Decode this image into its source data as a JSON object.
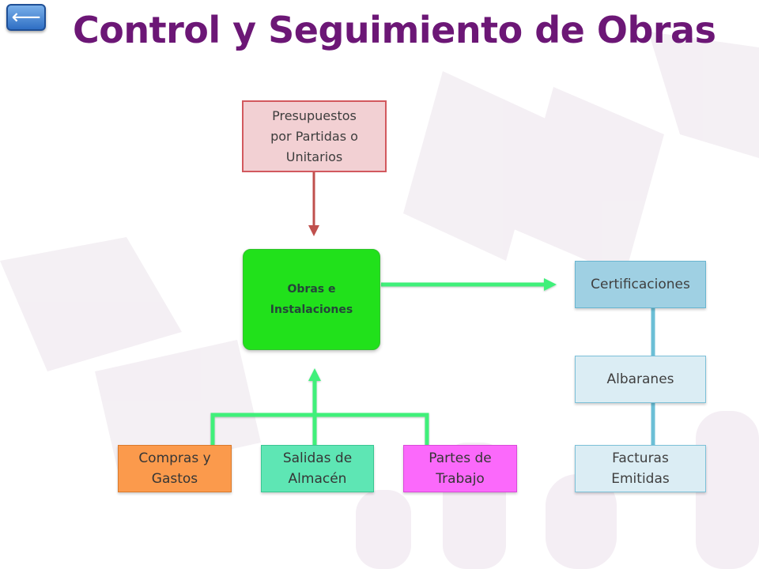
{
  "header": {
    "back_icon": "⟵",
    "title": "Control y Seguimiento de Obras"
  },
  "diagram": {
    "presupuestos": {
      "line1": "Presupuestos",
      "line2": "por Partidas o",
      "line3": "Unitarios"
    },
    "obras": {
      "line1": "Obras e",
      "line2": "Instalaciones"
    },
    "certificaciones": "Certificaciones",
    "albaranes": "Albaranes",
    "facturas": {
      "line1": "Facturas",
      "line2": "Emitidas"
    },
    "compras": {
      "line1": "Compras y",
      "line2": "Gastos"
    },
    "salidas": {
      "line1": "Salidas de",
      "line2": "Almacén"
    },
    "partes": {
      "line1": "Partes de",
      "line2": "Trabajo"
    }
  },
  "colors": {
    "title": "#6c1776",
    "presupuestos_fill": "#f2d0d3",
    "presupuestos_border": "#d2595e",
    "obras_fill": "#21e11b",
    "certificaciones_fill": "#9fd0e3",
    "light_blue_fill": "#dbedf4",
    "compras_fill": "#fb9a4c",
    "salidas_fill": "#5ee6b4",
    "partes_fill": "#fb69fb",
    "arrow_red": "#c0504d",
    "arrow_green": "#3ff07a",
    "connector_blue": "#6bbfd6"
  }
}
